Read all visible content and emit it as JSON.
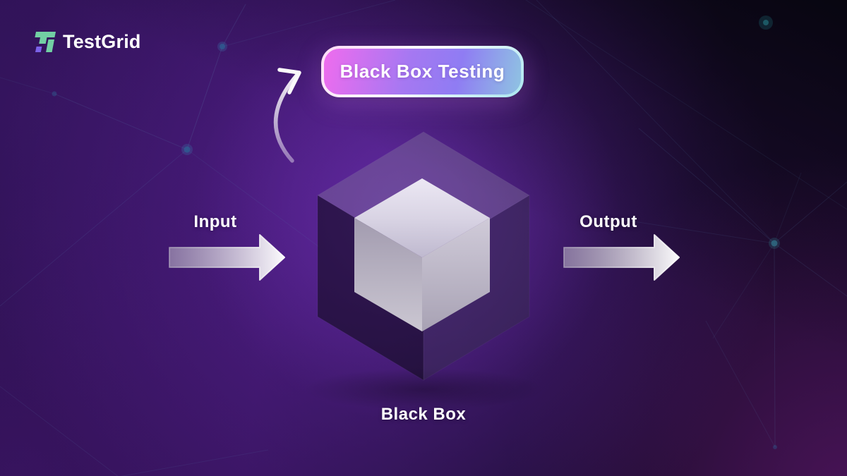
{
  "brand": {
    "name": "TestGrid"
  },
  "badge": {
    "label": "Black Box Testing"
  },
  "diagram": {
    "input_label": "Input",
    "output_label": "Output",
    "cube_caption": "Black Box"
  },
  "icons": {
    "testgrid-logo-icon": "stylized teal T mark with purple square",
    "curved-arrow-icon": "white curved arrow pointing up to the badge",
    "input-arrow-icon": "light right-pointing arrow",
    "output-arrow-icon": "light right-pointing arrow",
    "cube-icon": "3D cube inside translucent dark cube"
  },
  "colors": {
    "background_purple": "#4c1a82",
    "background_dark_corner": "#0a0816",
    "background_magenta_corner": "#44114f",
    "badge_gradient_start": "#ef6cee",
    "badge_gradient_mid": "#8f7cf3",
    "badge_gradient_end": "#8fc4e2",
    "badge_border": "#ffffff",
    "logo_teal": "#72cfa4",
    "logo_purple": "#7b62e8",
    "label_text": "#ffffff",
    "arrow_fill": "#e9e6ef",
    "constellation_line": "#5d86b5"
  }
}
